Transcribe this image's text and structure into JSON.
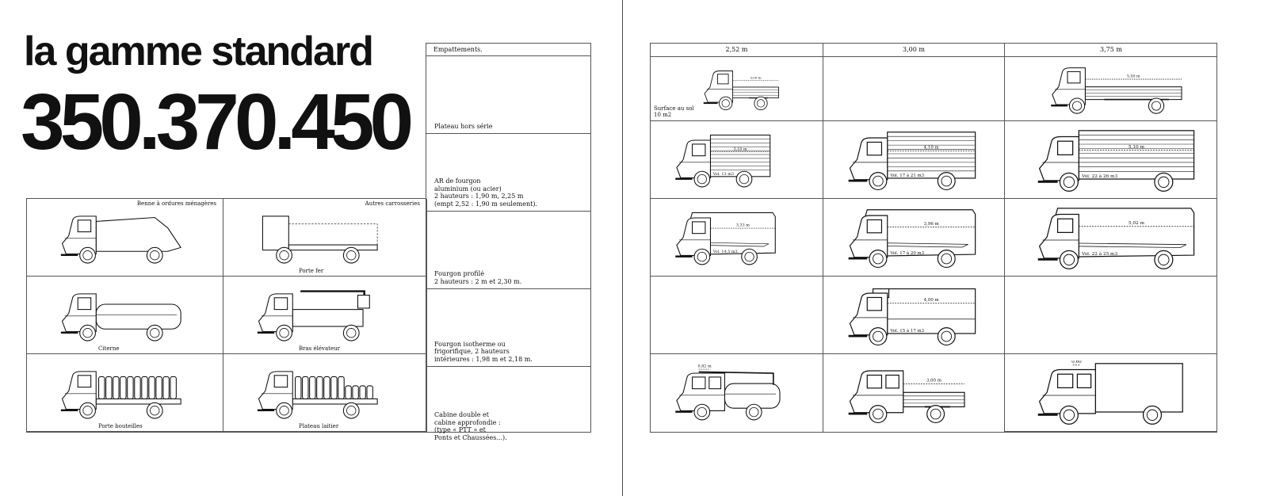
{
  "title": {
    "line1": "la gamme standard",
    "line2": "350.370.450"
  },
  "left_grid": [
    {
      "label": "Benne à ordures ménagères",
      "kind": "benne"
    },
    {
      "label": "Autres carrosseries",
      "sublabel": "Porte fer",
      "kind": "portefer"
    },
    {
      "label": "Citerne",
      "kind": "citerne"
    },
    {
      "label": "Bras élévateur",
      "kind": "bras"
    },
    {
      "label": "Porte bouteilles",
      "kind": "bouteilles"
    },
    {
      "label": "Plateau laitier",
      "kind": "laitier"
    }
  ],
  "legend": {
    "header": "Empattements.",
    "rows": [
      "Plateau hors série",
      "AR de fourgon\naluminium (ou acier)\n2 hauteurs : 1,90 m, 2,25 m\n(empt 2,52 : 1,90 m seulement).",
      "Fourgon profilé\n2 hauteurs : 2 m et 2,30 m.",
      "Fourgon isotherme ou\nfrigorifique, 2 hauteurs\nintérieures : 1,98 m et 2,18 m.",
      "Cabine double et\ncabine approfondie :\n(type « PTT » et\nPonts et Chaussées...)."
    ]
  },
  "wheelbases": [
    "2,52 m",
    "3,00 m",
    "3,75 m"
  ],
  "matrix": [
    [
      {
        "kind": "plateau",
        "dim": "3,00 m",
        "note": "Surface au sol\n10 m2",
        "len": 0.55
      },
      null,
      {
        "kind": "plateau",
        "dim": "5,50 m",
        "len": 1
      }
    ],
    [
      {
        "kind": "box",
        "dim": "3,10 m",
        "vol": "Vol. 13 m3",
        "len": 0.6
      },
      {
        "kind": "box",
        "dim": "4,10 m",
        "vol": "Vol. 17 à 21 m3",
        "len": 0.8
      },
      {
        "kind": "box",
        "dim": "5,10 m",
        "vol": "Vol. 22 à 26 m3",
        "len": 1
      }
    ],
    [
      {
        "kind": "profile",
        "dim": "3,33 m",
        "vol": "Vol. 14,5 m3",
        "len": 0.65
      },
      {
        "kind": "profile",
        "dim": "3,96 m",
        "vol": "Vol. 17 à 20 m3",
        "len": 0.8
      },
      {
        "kind": "profile",
        "dim": "5,02 m",
        "vol": "Vol. 22 à 25 m3",
        "len": 1
      }
    ],
    [
      null,
      {
        "kind": "iso",
        "dim": "4,00 m",
        "vol": "Vol. 15 à 17 m3",
        "len": 0.8
      },
      null
    ],
    [
      {
        "kind": "double-pompier",
        "dim": "0,82 m",
        "len": 0.7
      },
      {
        "kind": "double-plateau",
        "dim": "3,00 m",
        "len": 0.7
      },
      {
        "kind": "double-box",
        "dim": "0,60",
        "len": 0.9
      }
    ]
  ]
}
